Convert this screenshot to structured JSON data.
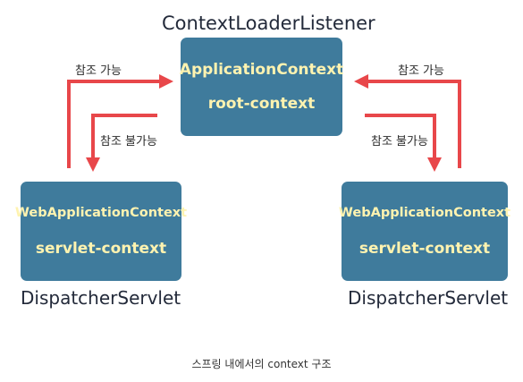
{
  "diagram": {
    "top_label": "ContextLoaderListener",
    "root_box": {
      "line1": "ApplicationContext",
      "line2": "root-context"
    },
    "left_box": {
      "line1": "WebApplicationContext",
      "line2": "servlet-context"
    },
    "right_box": {
      "line1": "WebApplicationContext",
      "line2": "servlet-context"
    },
    "left_bottom_label": "DispatcherServlet",
    "right_bottom_label": "DispatcherServlet",
    "arrow_labels": {
      "left_up": "참조 가능",
      "left_down": "참조 불가능",
      "right_up": "참조 가능",
      "right_down": "참조 불가능"
    },
    "arrow_color": "#e8474a",
    "box_color": "#3f7b9c",
    "box_text_color": "#fff3b0"
  },
  "caption": "스프링 내에서의 context 구조"
}
